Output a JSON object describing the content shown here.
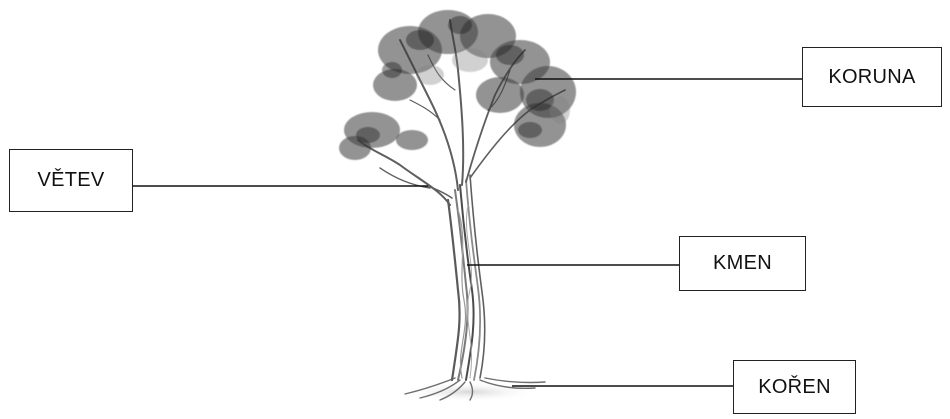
{
  "diagram": {
    "labels": {
      "crown": "KORUNA",
      "branch": "VĚTEV",
      "trunk": "KMEN",
      "root": "KOŘEN"
    },
    "colors": {
      "line": "#111111",
      "foliage": "#3a3a3a",
      "bark": "#6e6e6e",
      "background": "#ffffff"
    }
  }
}
